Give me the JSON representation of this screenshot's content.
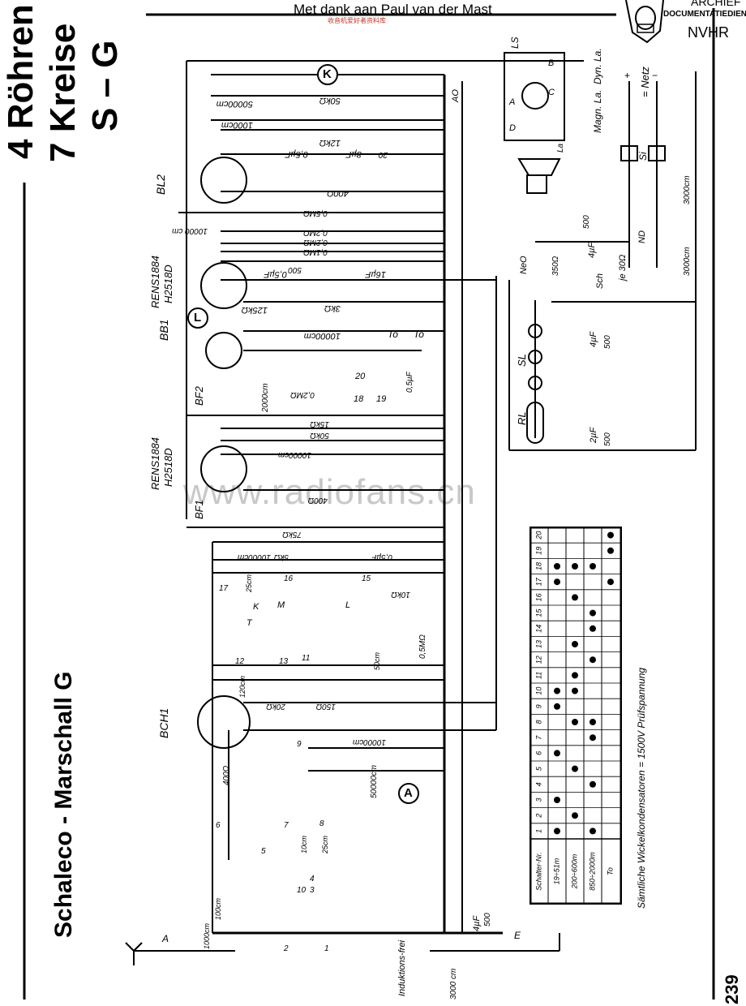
{
  "header": {
    "credit": "Met dank aan Paul van der Mast",
    "credit_sub": "收音机爱好者资料库",
    "archive_line1": "ARCHIEF",
    "archive_line2": "DOCUMENTATIEDIENST",
    "archive_line3": "NVHR"
  },
  "title_block": {
    "line1": "4 Röhren",
    "line2": "7 Kreise",
    "line3": "S – G"
  },
  "model_title": "Schaleco - Marschall G",
  "page_number": "239",
  "watermark": "www.radiofans.cn",
  "tubes": [
    "BL2",
    "RENS1884",
    "H2518D",
    "BB1",
    "BF2",
    "RENS1884",
    "H2518D",
    "BF1",
    "BCH1"
  ],
  "component_labels": [
    "50000cm",
    "50kΩ",
    "K",
    "1000cm",
    "12kΩ",
    "0,5µF",
    "20",
    "8µF",
    "400Ω",
    "10000 cm",
    "0,5MΩ",
    "0,2MΩ",
    "0,2MΩ",
    "0,1MΩ",
    "500",
    "0,5µF",
    "16µF",
    "125kΩ",
    "3kΩ",
    "L",
    "10000cm",
    "To",
    "To",
    "20",
    "18",
    "19",
    "0,5µF",
    "2000cm",
    "0,2MΩ",
    "15kΩ",
    "50kΩ",
    "10000cm",
    "400Ω",
    "75kΩ",
    "10000cm",
    "5kΩ",
    "0,5µF",
    "10kΩ",
    "25cm",
    "17",
    "16",
    "15",
    "M",
    "L",
    "K",
    "T",
    "0,5MΩ",
    "50cm",
    "12",
    "13",
    "11",
    "120cm",
    "20kΩ",
    "150Ω",
    "9",
    "10000cm",
    "400Ω",
    "50000cm",
    "A",
    "6",
    "7",
    "8",
    "10cm",
    "25cm",
    "5",
    "10",
    "3",
    "4",
    "1000cm",
    "100cm",
    "1",
    "2"
  ],
  "speaker_block": {
    "ls": "LS",
    "ao": "AO",
    "dyn_la": "Dyn. La.",
    "magn_la": "Magn. La.",
    "la": "La",
    "pins": [
      "A",
      "B",
      "C",
      "D"
    ]
  },
  "power_block": {
    "netz": "= Netz",
    "plus": "+",
    "minus": "−",
    "si": "Si",
    "c_3000": "3000cm",
    "c_3000b": "3000cm",
    "nd": "ND",
    "je30": "je 30Ω",
    "sch": "Sch",
    "neo": "NeO",
    "r350": "350Ω",
    "c4uf": "4µF",
    "box500": "500",
    "c4uf2": "4µF",
    "box500b": "500",
    "sl": "SL",
    "rl": "RL",
    "c2uf": "2µF",
    "box500c": "500"
  },
  "antenna_block": {
    "a": "A",
    "e": "E",
    "induktionsfrei": "Induktions-frei",
    "c3000": "3000 cm",
    "c4uf": "4µF",
    "box500": "500"
  },
  "switch_table": {
    "header_label": "Schalter-Nr.",
    "columns": [
      "1",
      "2",
      "3",
      "4",
      "5",
      "6",
      "7",
      "8",
      "9",
      "10",
      "11",
      "12",
      "13",
      "14",
      "15",
      "16",
      "17",
      "18",
      "19",
      "20"
    ],
    "rows": [
      {
        "label": "19÷51m",
        "dots": [
          18,
          17,
          10,
          9,
          6,
          3,
          1
        ]
      },
      {
        "label": "200÷600m",
        "dots": [
          18,
          16,
          13,
          11,
          10,
          8,
          5,
          2
        ]
      },
      {
        "label": "850÷2000m",
        "dots": [
          18,
          15,
          14,
          12,
          8,
          7,
          4,
          1
        ]
      },
      {
        "label": "To",
        "dots": [
          20,
          19,
          17
        ]
      }
    ]
  },
  "footnote": "Sämtliche Wickelkondensatoren = 1500V Prüfspannung"
}
